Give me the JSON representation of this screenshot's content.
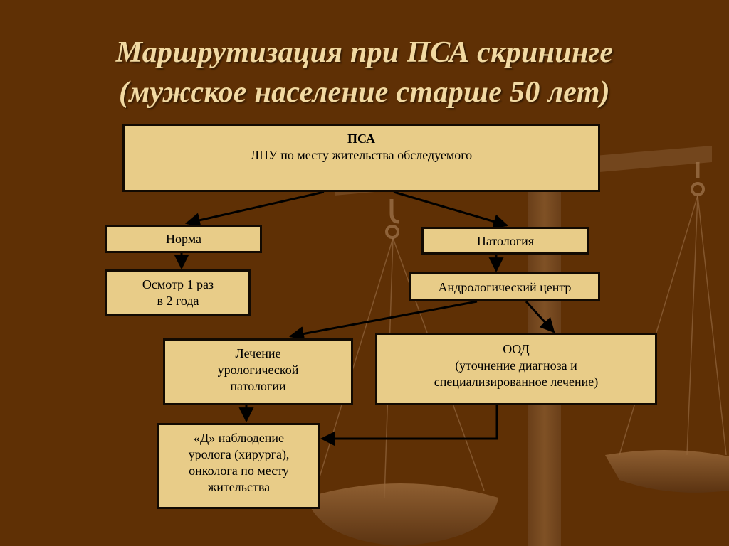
{
  "title": {
    "line1": "Маршрутизация при ПСА скрининге",
    "line2": "(мужское население старше 50 лет)"
  },
  "boxes": {
    "psa": {
      "line1": "ПСА",
      "line2": "ЛПУ по месту жительства обследуемого"
    },
    "norma": {
      "line1": "Норма"
    },
    "patologiya": {
      "line1": "Патология"
    },
    "osmotr": {
      "line1": "Осмотр 1 раз",
      "line2": "в 2 года"
    },
    "androlog": {
      "line1": "Андрологический центр"
    },
    "lechenie": {
      "line1": "Лечение",
      "line2": "урологической",
      "line3": "патологии"
    },
    "ood": {
      "line1": "ООД",
      "line2": "(уточнение диагноза и",
      "line3": "специализированное лечение)"
    },
    "nablyudenie": {
      "line1": "«Д» наблюдение",
      "line2": "уролога (хирурга),",
      "line3": "онколога по месту",
      "line4": "жительства"
    }
  },
  "colors": {
    "background": "#5f3005",
    "box_fill": "#e8cc88",
    "box_border": "#120a02",
    "title_text": "#f1d9a2",
    "arrow": "#000000"
  }
}
